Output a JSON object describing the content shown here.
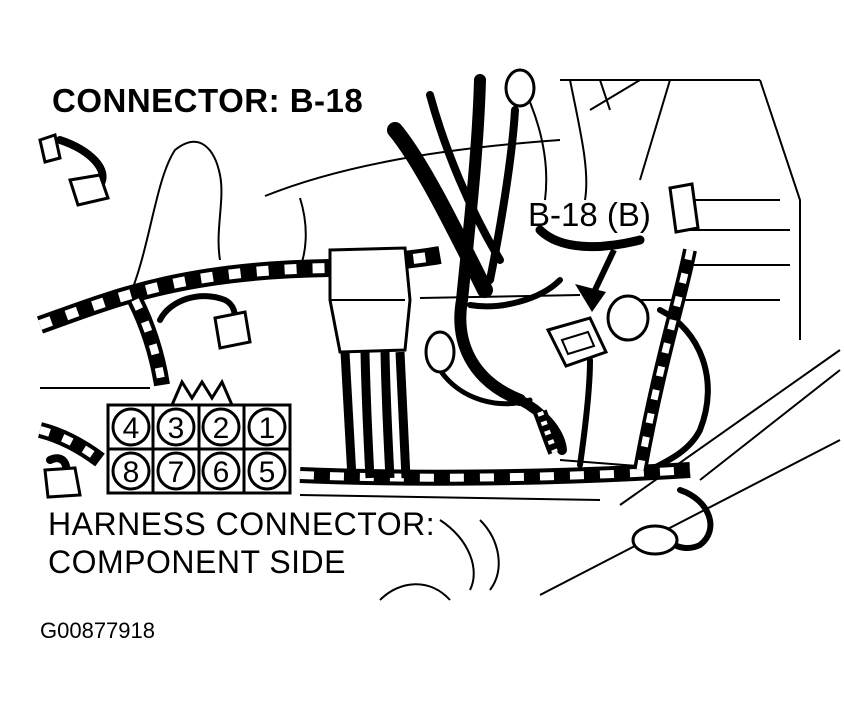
{
  "title": "CONNECTOR: B-18",
  "callout": "B-18 (B)",
  "caption_line1": "HARNESS CONNECTOR:",
  "caption_line2": "COMPONENT SIDE",
  "figure_id": "G00877918",
  "pins_top": [
    "4",
    "3",
    "2",
    "1"
  ],
  "pins_bottom": [
    "8",
    "7",
    "6",
    "5"
  ],
  "colors": {
    "line": "#000000",
    "background": "#ffffff"
  }
}
